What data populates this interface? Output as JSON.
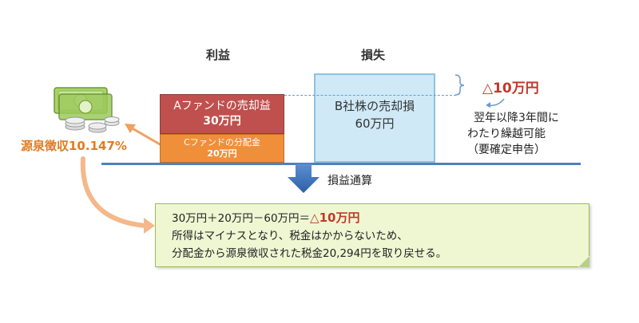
{
  "labels": {
    "profit": "利益",
    "loss": "損失",
    "offset": "損益通算",
    "withholding": "源泉徴収10.147%"
  },
  "boxes": {
    "a_name": "Aファンドの売却益",
    "a_amount": "30万円",
    "c_name": "Cファンドの分配金",
    "c_amount": "20万円",
    "b_name": "B社株の売却損",
    "b_amount": "60万円"
  },
  "net_loss": "△10万円",
  "carryover": {
    "line1": "翌年以降3年間に",
    "line2": "わたり繰越可能",
    "line3": "（要確定申告）"
  },
  "summary": {
    "formula": "30万円＋20万円－60万円＝",
    "result": "△10万円",
    "line2": "所得はマイナスとなり、税金はかからないため、",
    "line3": "分配金から源泉徴収された税金20,294円を取り戻せる。"
  },
  "colors": {
    "profit_box": "#c0504d",
    "dividend_box": "#f08f3a",
    "loss_box": "#cfe9f7",
    "accent_red": "#c0392b",
    "baseline": "#4f81bd"
  }
}
